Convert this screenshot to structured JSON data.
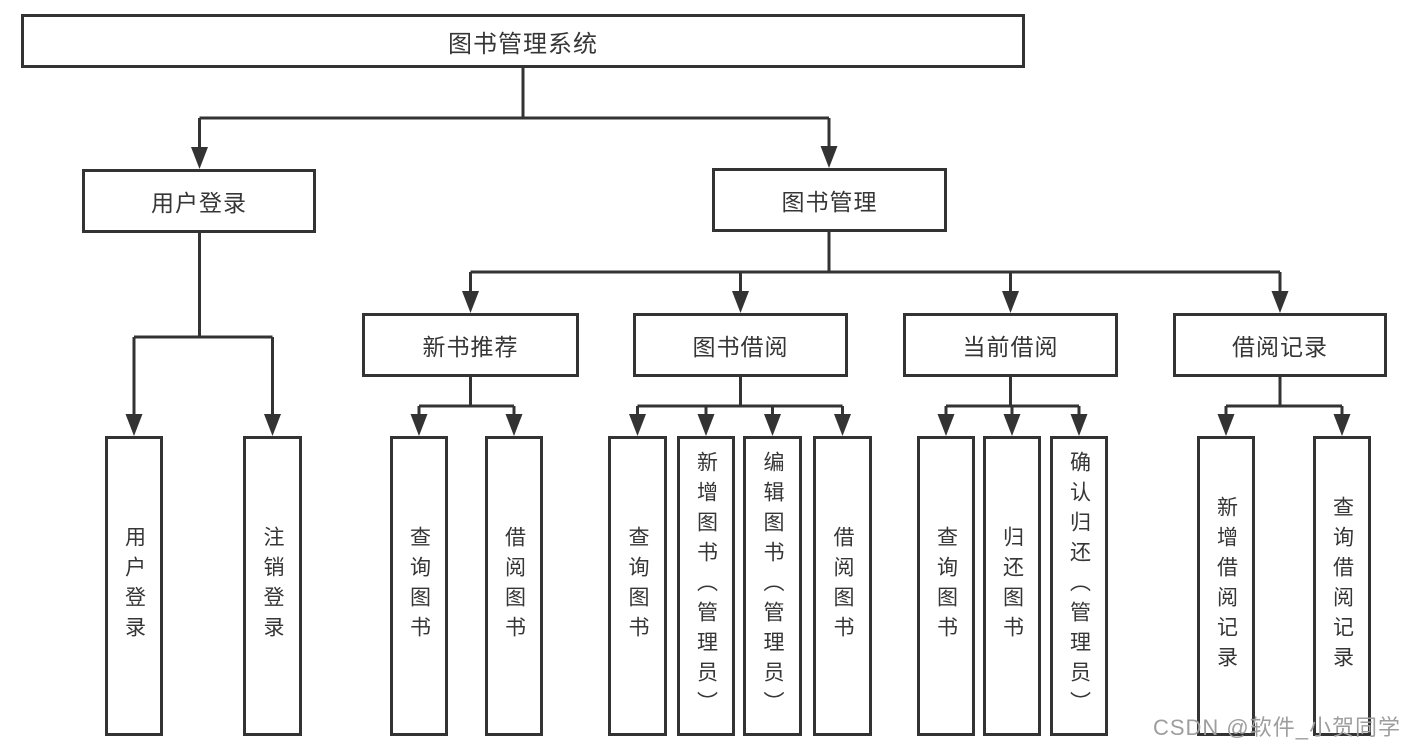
{
  "diagram_title": "图书管理系统",
  "tree": {
    "label": "图书管理系统",
    "children": [
      {
        "label": "用户登录",
        "children": [
          {
            "label": "用户登录"
          },
          {
            "label": "注销登录"
          }
        ]
      },
      {
        "label": "图书管理",
        "children": [
          {
            "label": "新书推荐",
            "children": [
              {
                "label": "查询图书"
              },
              {
                "label": "借阅图书"
              }
            ]
          },
          {
            "label": "图书借阅",
            "children": [
              {
                "label": "查询图书"
              },
              {
                "label": "新增图书（管理员）"
              },
              {
                "label": "编辑图书（管理员）"
              },
              {
                "label": "借阅图书"
              }
            ]
          },
          {
            "label": "当前借阅",
            "children": [
              {
                "label": "查询图书"
              },
              {
                "label": "归还图书"
              },
              {
                "label": "确认归还（管理员）"
              }
            ]
          },
          {
            "label": "借阅记录",
            "children": [
              {
                "label": "新增借阅记录"
              },
              {
                "label": "查询借阅记录"
              }
            ]
          }
        ]
      }
    ]
  },
  "watermark": {
    "text": "CSDN @软件_小贺同学"
  },
  "colors": {
    "line": "#333333",
    "box_border": "#333333",
    "text": "#363636",
    "watermark": "#9e9e9e",
    "background": "#ffffff"
  }
}
